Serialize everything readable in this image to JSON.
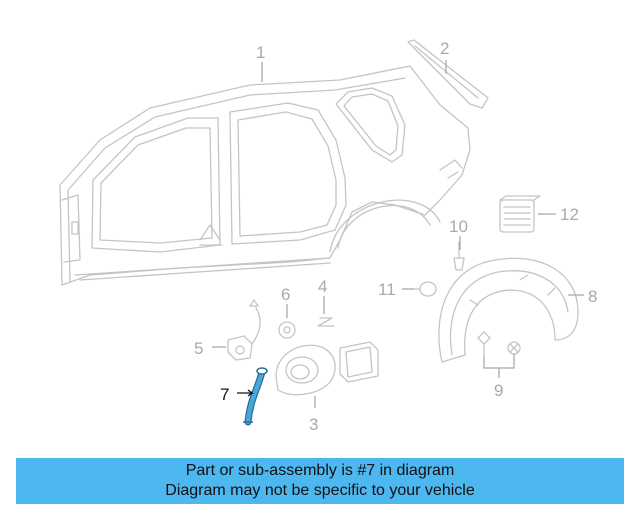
{
  "callouts": {
    "c1": "1",
    "c2": "2",
    "c3": "3",
    "c4": "4",
    "c5": "5",
    "c6": "6",
    "c7": "7",
    "c8": "8",
    "c9": "9",
    "c10": "10",
    "c11": "11",
    "c12": "12"
  },
  "highlight_part": "7",
  "colors": {
    "caption_background": "#4db8ef",
    "highlight_part": "#4aa6d8",
    "line_art": "#c4c4c4",
    "callout_text": "#a9a9a9"
  },
  "caption": {
    "line1": "Part or sub-assembly is #7 in diagram",
    "line2": "Diagram may not be specific to your vehicle"
  }
}
